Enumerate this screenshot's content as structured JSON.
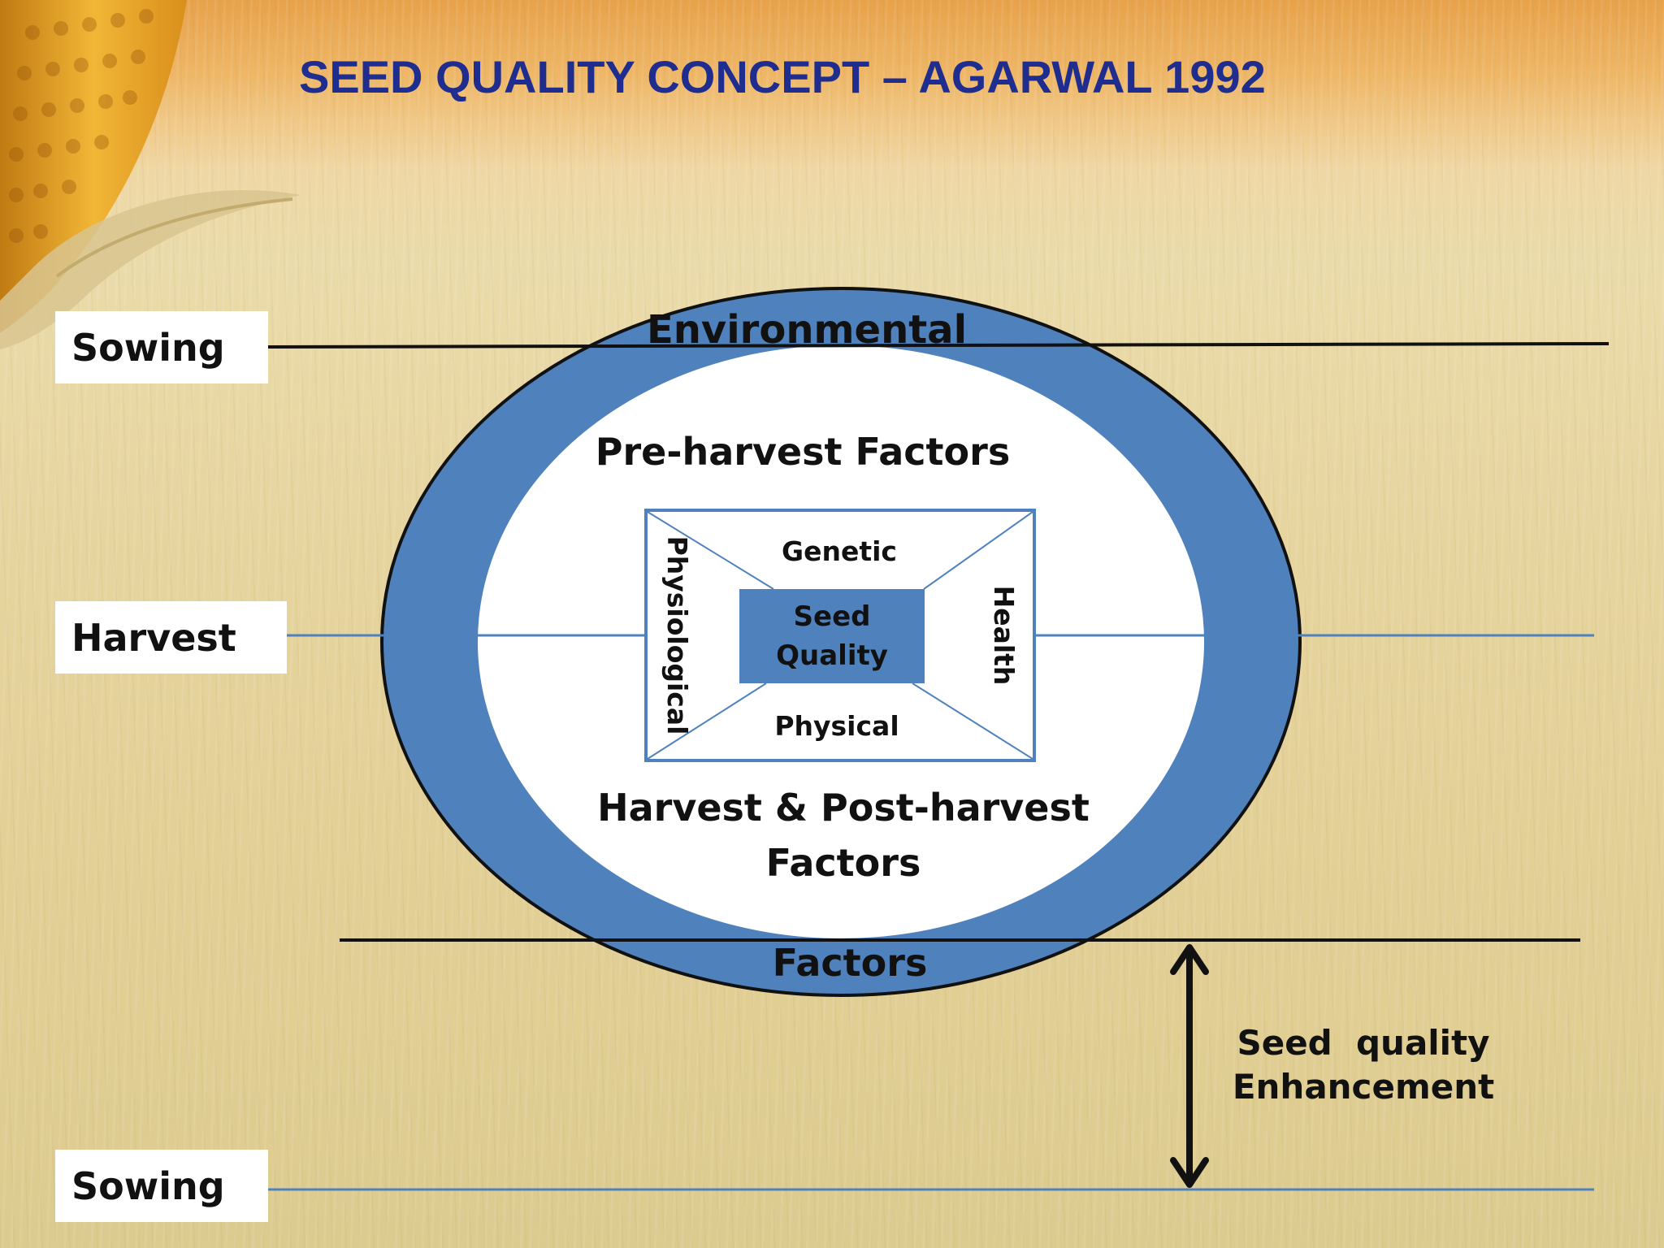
{
  "slide": {
    "title": "SEED QUALITY CONCEPT – AGARWAL 1992"
  },
  "timeline": {
    "sowing_top": "Sowing",
    "harvest": "Harvest",
    "sowing_bottom": "Sowing"
  },
  "ellipse": {
    "outer_top_label": "Environmental",
    "outer_bottom_label": "Factors",
    "inner_top_label": "Pre-harvest Factors",
    "inner_bottom_label_line1": "Harvest & Post-harvest",
    "inner_bottom_label_line2": "Factors"
  },
  "quality_box": {
    "top": "Genetic",
    "bottom": "Physical",
    "left": "Physiological",
    "right": "Health",
    "center_line1": "Seed",
    "center_line2": "Quality"
  },
  "enhancement": {
    "line1": "Seed  quality",
    "line2": "Enhancement"
  },
  "colors": {
    "title": "#1f2d8f",
    "ring": "#4f81bd",
    "harvest_line": "#4f81bd"
  }
}
